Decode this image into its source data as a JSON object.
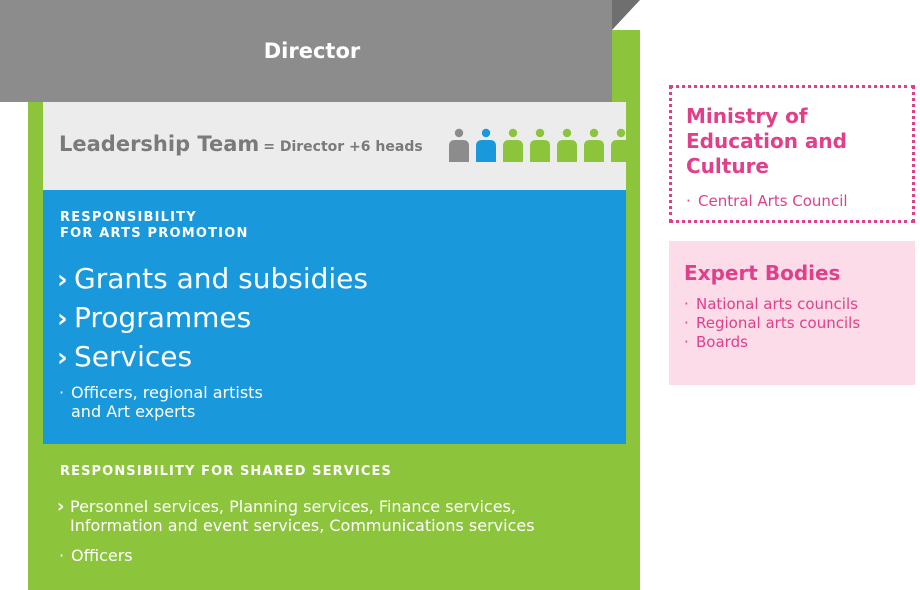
{
  "director": {
    "label": "Director"
  },
  "leadership": {
    "title": "Leadership Team",
    "equation": "= Director +6 heads",
    "people": [
      {
        "icon": "person-icon",
        "color": "#8c8c8c"
      },
      {
        "icon": "person-icon",
        "color": "#1998dc"
      },
      {
        "icon": "person-icon",
        "color": "#8cc43c"
      },
      {
        "icon": "person-icon",
        "color": "#8cc43c"
      },
      {
        "icon": "person-icon",
        "color": "#8cc43c"
      },
      {
        "icon": "person-icon",
        "color": "#8cc43c"
      },
      {
        "icon": "person-icon",
        "color": "#8cc43c"
      }
    ]
  },
  "arts": {
    "heading_line1": "RESPONSIBILITY",
    "heading_line2": "FOR ARTS PROMOTION",
    "items": [
      "Grants and subsidies",
      "Programmes",
      "Services"
    ],
    "chevron": "›",
    "bullet": "·",
    "officers_line1": "Officers, regional artists",
    "officers_line2": "and Art experts"
  },
  "shared": {
    "heading": "RESPONSIBILITY FOR SHARED SERVICES",
    "chevron": "›",
    "bullet": "·",
    "services_line1": "Personnel services, Planning services, Finance services,",
    "services_line2": "Information and event services, Communications services",
    "officers": "Officers"
  },
  "ministry": {
    "title_line1": "Ministry of",
    "title_line2": "Education and",
    "title_line3": "Culture",
    "bullet": "·",
    "item": "Central Arts Council"
  },
  "expert": {
    "title": "Expert Bodies",
    "bullet": "·",
    "items": [
      "National arts councils",
      "Regional arts councils",
      "Boards"
    ]
  },
  "colors": {
    "grey": "#8c8c8c",
    "blue": "#1998dc",
    "green": "#8cc43c",
    "pink": "#e0408a",
    "pink_light": "#fbdce8",
    "band_grey": "#ececec"
  }
}
